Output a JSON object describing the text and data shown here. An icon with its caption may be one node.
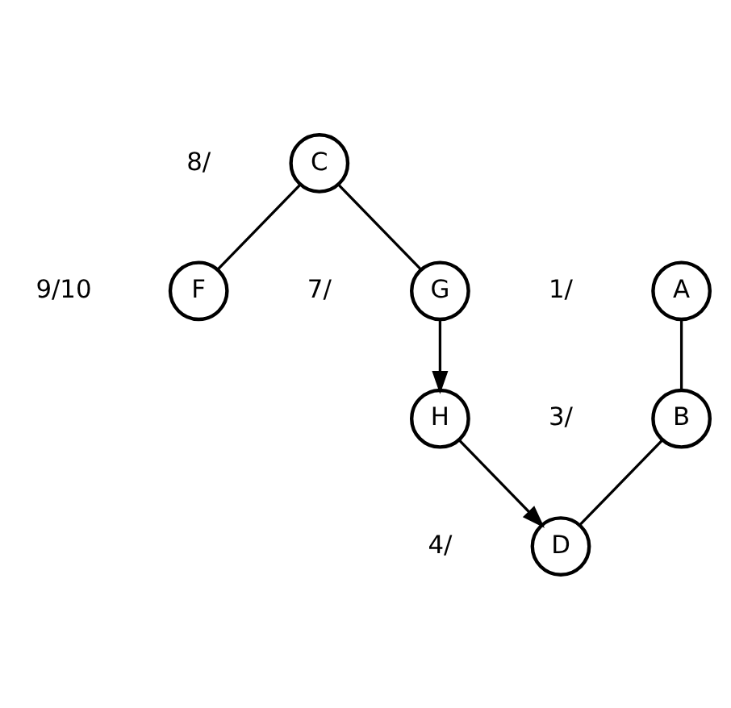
{
  "diagram": {
    "nodes": [
      {
        "text": [
          "A"
        ],
        "beside": [
          "1/"
        ]
      },
      {
        "text": [
          "B"
        ],
        "beside": [
          "3/"
        ]
      },
      {
        "text": [
          "D"
        ],
        "beside": [
          "4/"
        ]
      },
      {
        "text": [
          "C"
        ],
        "beside": [
          "8/"
        ]
      },
      {
        "text": [
          "F"
        ],
        "beside": [
          "9/10"
        ]
      },
      {
        "text": [
          "G"
        ],
        "beside": [
          "7/"
        ]
      },
      {
        "text": [
          "H"
        ]
      }
    ],
    "edges": [
      {
        "from": 0,
        "to": 1,
        "arrow": "none"
      },
      {
        "from": 1,
        "to": 2,
        "arrow": "none"
      },
      {
        "from": 3,
        "to": 4,
        "arrow": "none"
      },
      {
        "from": 3,
        "to": 5,
        "arrow": "none"
      },
      {
        "from": 6,
        "to": 2,
        "arrow": "to"
      },
      {
        "from": 5,
        "to": 6,
        "arrow": "to"
      }
    ]
  }
}
